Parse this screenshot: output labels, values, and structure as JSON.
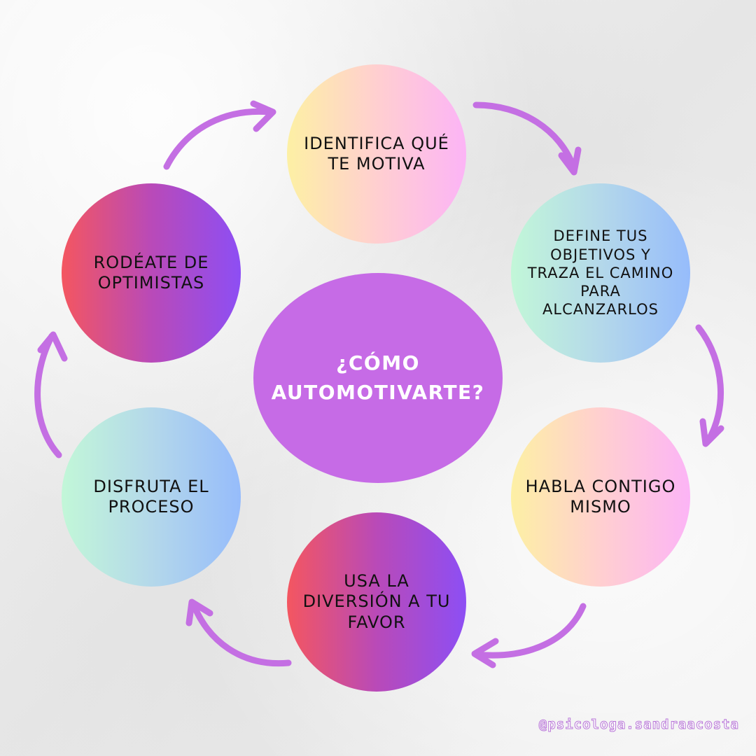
{
  "title": "¿Cómo automotivarte?",
  "steps": [
    {
      "label": "Identifica qué te motiva"
    },
    {
      "label": "Define tus objetivos y traza el camino para alcanzarlos"
    },
    {
      "label": "Habla contigo mismo"
    },
    {
      "label": "Usa la diversión a tu favor"
    },
    {
      "label": "Disfruta el proceso"
    },
    {
      "label": "Rodéate de optimistas"
    }
  ],
  "handle": "@psicologa.sandraacosta",
  "colors": {
    "arrow": "#c46fe3",
    "center": "#c66be6",
    "gradient_peach": [
      "#fdf0a4",
      "#ffcfd0",
      "#fcb4f6"
    ],
    "gradient_mint": [
      "#c2f7d8",
      "#b4d8ea",
      "#96bcfb"
    ],
    "gradient_grape": [
      "#f45660",
      "#b94ab8",
      "#8d4ef4"
    ]
  },
  "icons": [
    "arrow-icon"
  ]
}
